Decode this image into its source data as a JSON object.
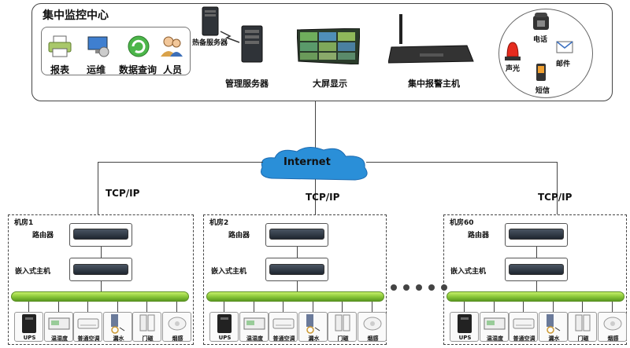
{
  "center": {
    "title": "集中监控中心",
    "functions": [
      "报表",
      "运维",
      "数据查询",
      "人员"
    ],
    "hot_server": "热备服务器",
    "mgmt_server": "管理服务器",
    "big_screen": "大屏显示",
    "alarm_host": "集中报警主机",
    "alarm_channels": [
      "电话",
      "声光",
      "邮件",
      "短信"
    ]
  },
  "network": {
    "internet": "Internet",
    "protocol": "TCP/IP"
  },
  "rooms": [
    {
      "name": "机房1"
    },
    {
      "name": "机房2"
    },
    {
      "name": "机房60"
    }
  ],
  "room_devices": {
    "router": "路由器",
    "host": "嵌入式主机"
  },
  "sensors": [
    "UPS",
    "温湿度",
    "普通空调",
    "漏水",
    "门磁",
    "烟感"
  ],
  "colors": {
    "cloud": "#2a8fd8",
    "bus": "#8bc83a"
  }
}
